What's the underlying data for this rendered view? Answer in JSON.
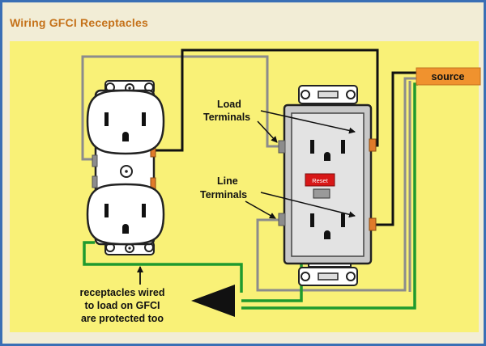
{
  "title": "Wiring GFCI Receptacles",
  "labels": {
    "source": "source",
    "load_line1": "Load",
    "load_line2": "Terminals",
    "line_line1": "Line",
    "line_line2": "Terminals",
    "note_line1": "receptacles wired",
    "note_line2": "to load on GFCI",
    "note_line3": "are protected too",
    "reset": "Reset"
  },
  "colors": {
    "frame": "#3a6fb5",
    "background": "#f9f177",
    "title": "#c5721a",
    "hot_wire": "#111111",
    "neutral_wire": "#8c8c8c",
    "ground_wire": "#1f9a2e",
    "source_box": "#f0922e",
    "reset_button": "#d81818"
  }
}
